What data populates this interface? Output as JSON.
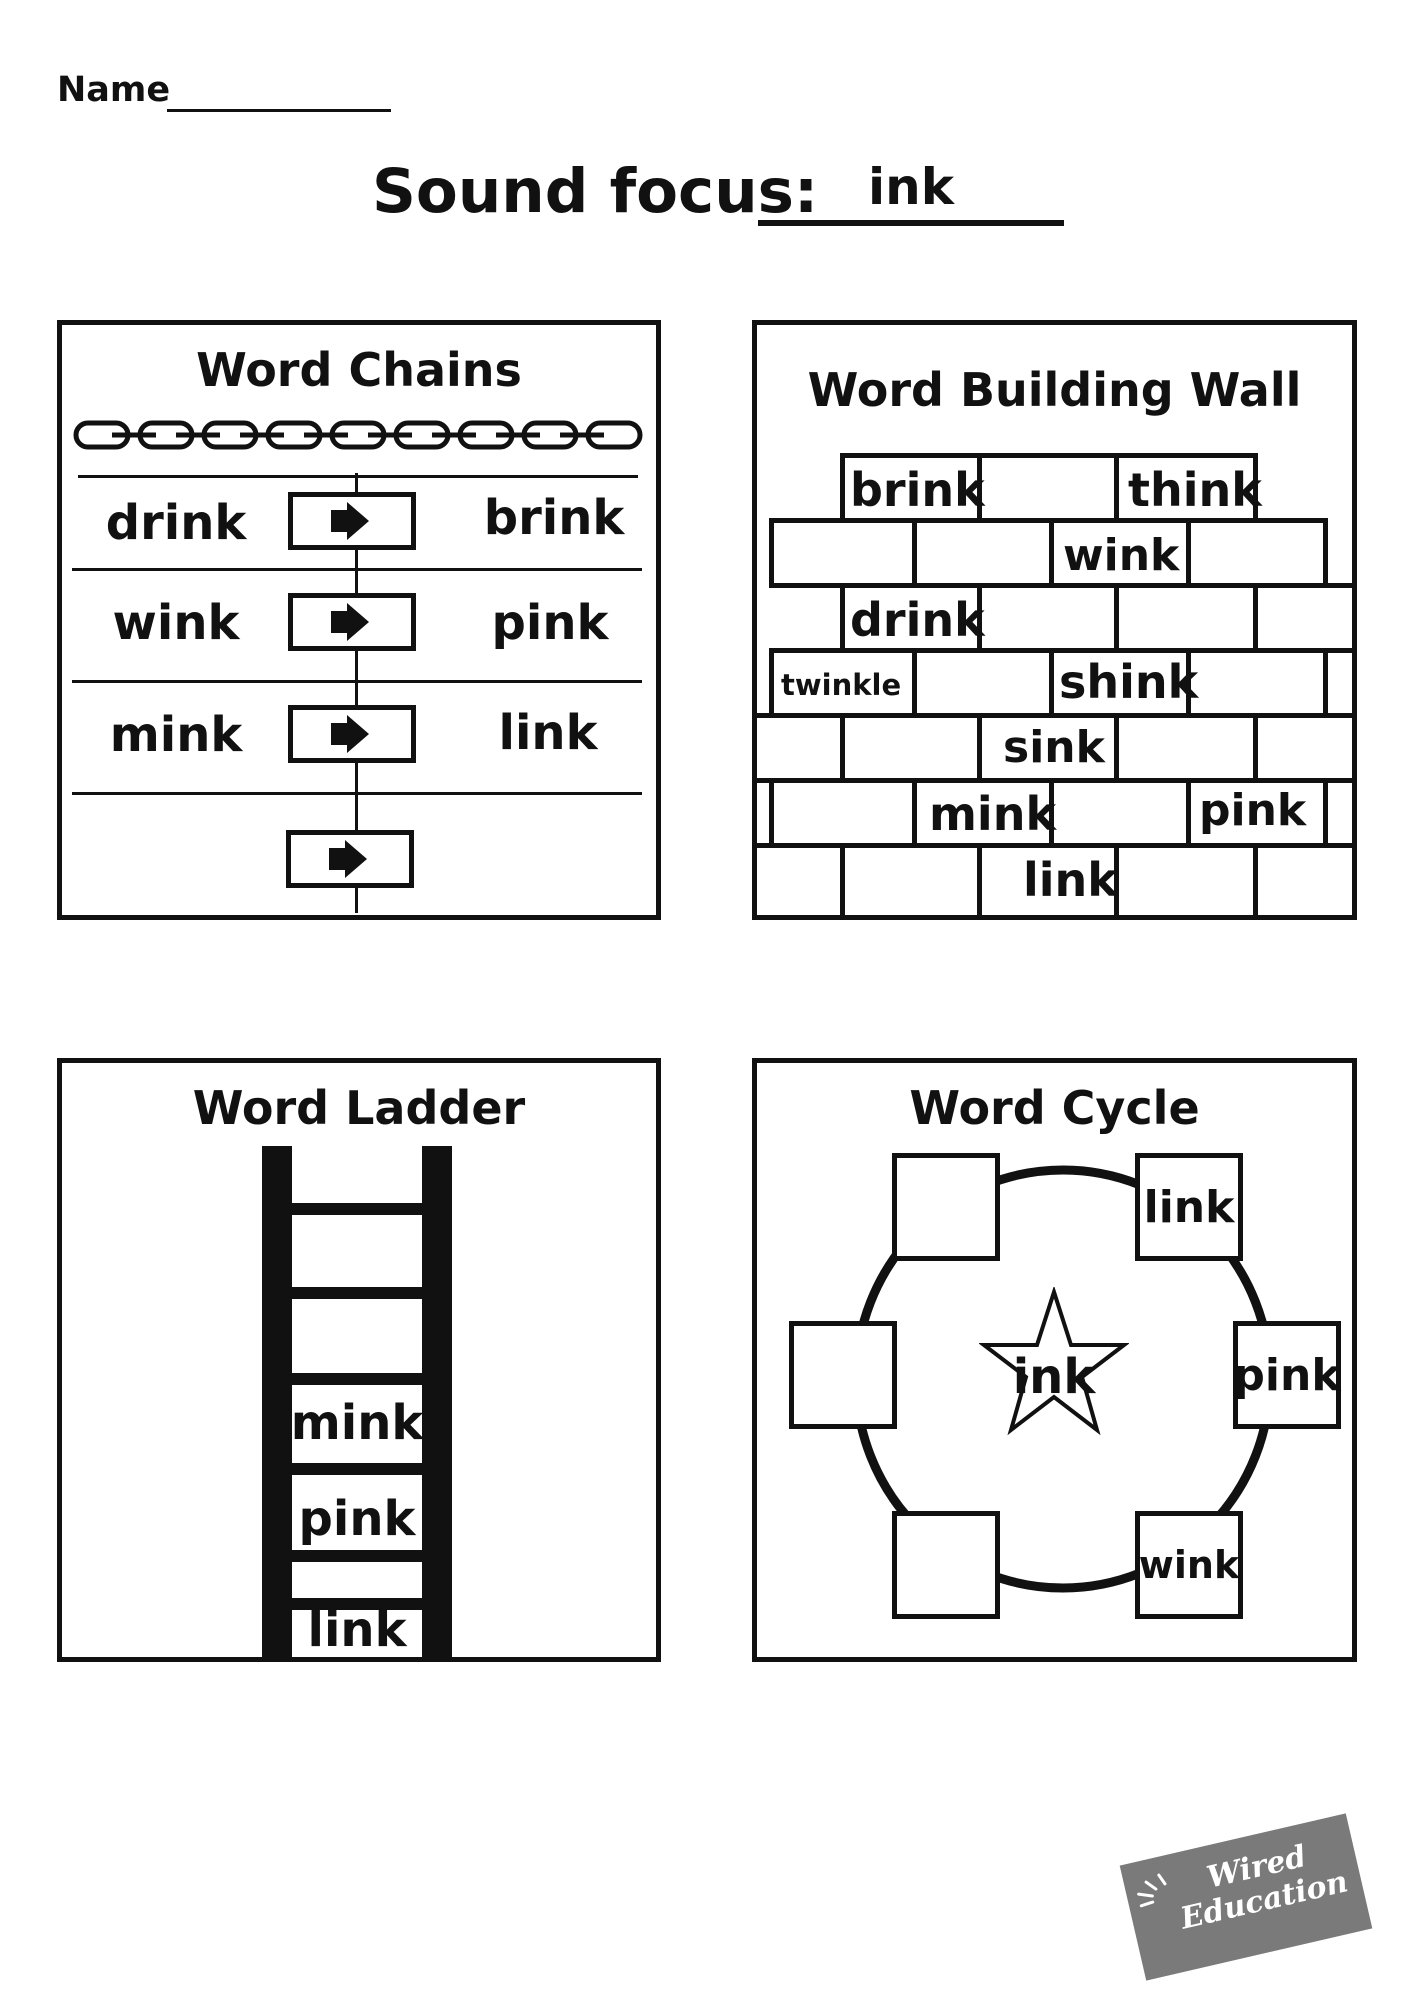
{
  "header": {
    "name_label": "Name",
    "sound_focus_label": "Sound focus:",
    "sound_focus_value": "ink"
  },
  "word_chains": {
    "title": "Word Chains",
    "rows": [
      {
        "from": "drink",
        "to": "brink"
      },
      {
        "from": "wink",
        "to": "pink"
      },
      {
        "from": "mink",
        "to": "link"
      },
      {
        "from": "",
        "to": ""
      }
    ]
  },
  "word_wall": {
    "title": "Word Building Wall",
    "words": {
      "brink": "brink",
      "think": "think",
      "wink": "wink",
      "drink": "drink",
      "twinkle": "twinkle",
      "shink": "shink",
      "sink": "sink",
      "mink": "mink",
      "pink": "pink",
      "link": "link"
    }
  },
  "word_ladder": {
    "title": "Word Ladder",
    "rungs": [
      "",
      "",
      "mink",
      "pink",
      "link"
    ]
  },
  "word_cycle": {
    "title": "Word Cycle",
    "center": "ink",
    "boxes": {
      "top_left": "",
      "top_right": "link",
      "left": "",
      "right": "pink",
      "bottom_left": "",
      "bottom_right": "wink"
    }
  },
  "logo": {
    "line1": "Wired",
    "line2": "Education"
  }
}
